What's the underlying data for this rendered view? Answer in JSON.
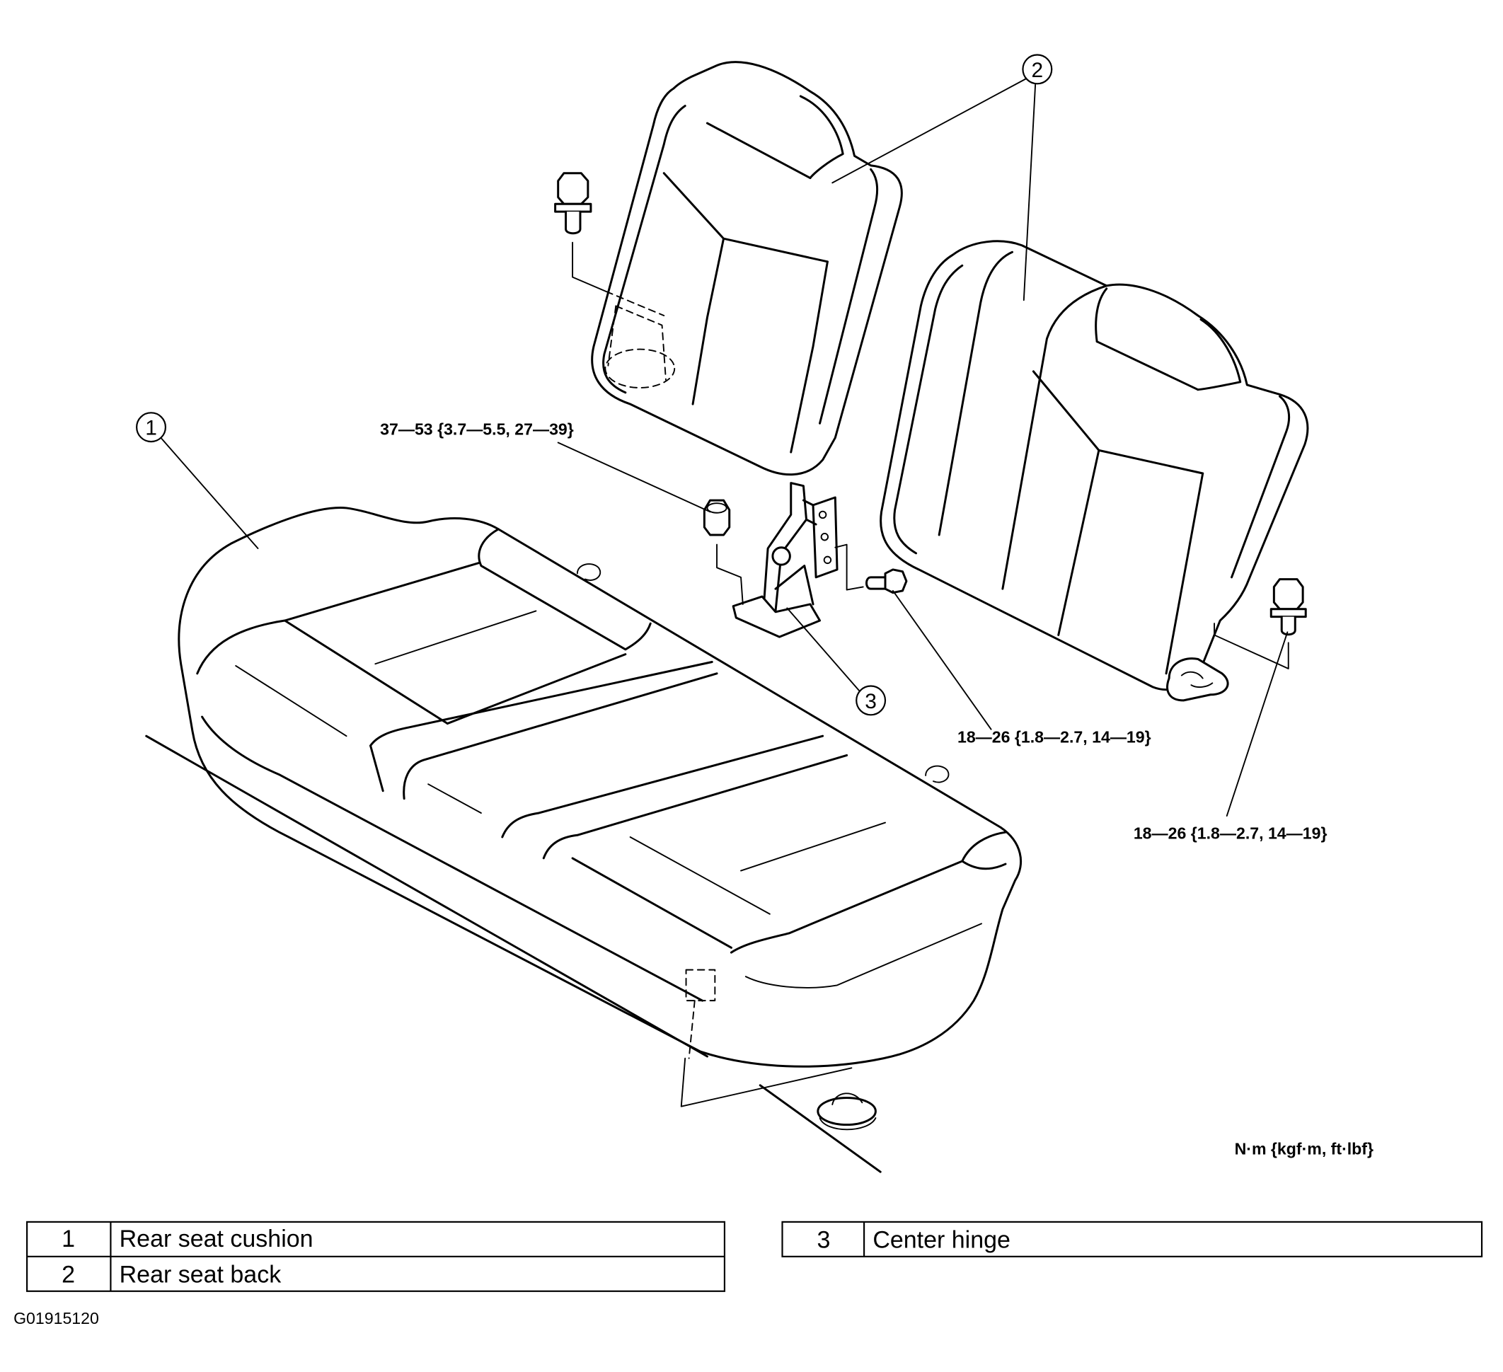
{
  "figure": {
    "callouts": [
      "1",
      "2",
      "3"
    ],
    "torque_specs": {
      "hinge_nut": "37—53 {3.7—5.5, 27—39}",
      "hinge_bolt": "18—26 {1.8—2.7, 14—19}",
      "seat_back_bolt": "18—26 {1.8—2.7, 14—19}"
    },
    "units": "N·m {kgf·m, ft·lbf}"
  },
  "legend": {
    "left": [
      {
        "no": "1",
        "name": "Rear seat cushion"
      },
      {
        "no": "2",
        "name": "Rear seat back"
      }
    ],
    "right": [
      {
        "no": "3",
        "name": "Center hinge"
      }
    ]
  },
  "figure_id": "G01915120",
  "colors": {
    "line": "#000000",
    "background": "#ffffff"
  }
}
